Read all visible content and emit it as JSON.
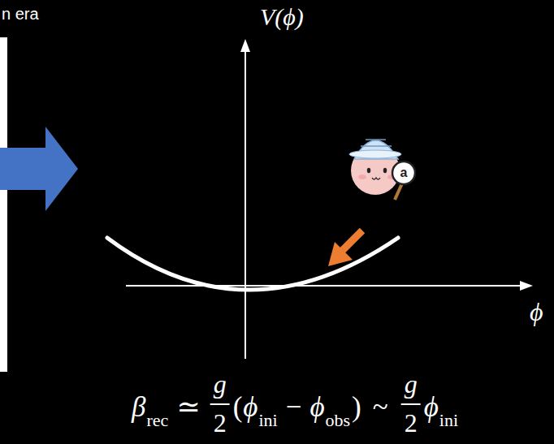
{
  "diagram": {
    "labels": [
      "n era",
      "V(ϕ)",
      "ϕ",
      "a",
      "β",
      "rec",
      "≃",
      "g",
      "2",
      "(",
      "ϕ",
      "ini",
      "−",
      "ϕ",
      "obs",
      ")",
      "~",
      "g",
      "2",
      "ϕ",
      "ini"
    ]
  }
}
